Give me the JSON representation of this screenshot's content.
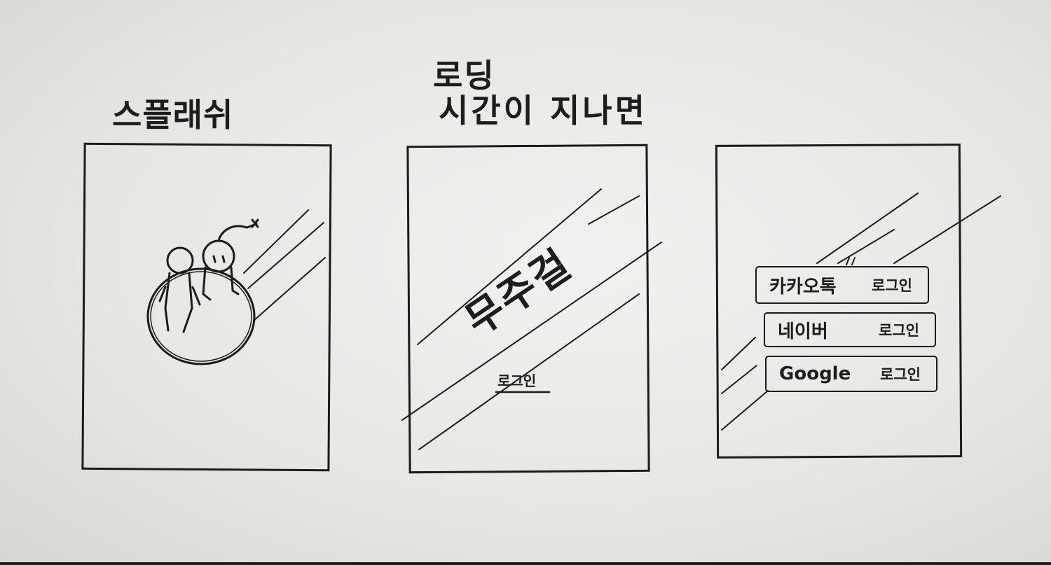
{
  "screens": [
    {
      "title": "스플래쉬"
    },
    {
      "title_line1": "로딩",
      "title_line2": "시간이 지나면",
      "logo_text": "무주걸",
      "login_link": "로그인"
    },
    {
      "buttons": [
        {
          "brand": "카카오톡",
          "action": "로그인"
        },
        {
          "brand": "네이버",
          "action": "로그인"
        },
        {
          "brand": "Google",
          "action": "로그인"
        }
      ]
    }
  ],
  "colors": {
    "ink": "#1b1b1b",
    "paper": "#ececea"
  }
}
